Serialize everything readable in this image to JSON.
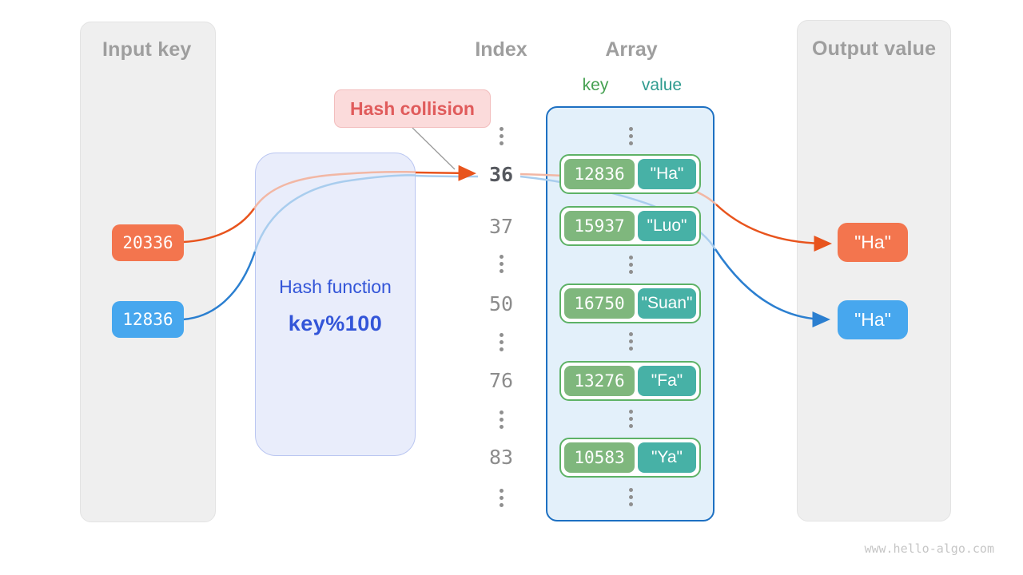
{
  "colors": {
    "badge_orange": "#F3754E",
    "badge_blue": "#47A7EE",
    "arrow_orange": "#E8541D",
    "arrow_orange_light": "#F2B7A4",
    "arrow_blue": "#2B7FD0",
    "arrow_blue_light": "#A9CDEE",
    "panel_bg": "#EFEFEF",
    "panel_border": "#E3E3E3",
    "title_gray": "#9E9E9E",
    "index_gray": "#8C8C8C",
    "index_emph": "#55585E",
    "hash_bg": "#E9EDFB",
    "hash_border": "#BAC6F1",
    "hash_text": "#3355D8",
    "collision_bg": "#FBDBDB",
    "collision_border": "#F2BDBD",
    "collision_text": "#E05B5B",
    "container_bg": "#E3F0FA",
    "container_border": "#1D70C2",
    "pair_border": "#5DB266",
    "pair_bg": "#FFFFFF",
    "key_badge_green": "#7FB77D",
    "value_badge_teal": "#47B1A6",
    "key_label_green": "#44A050",
    "value_label_teal": "#2F9B8F",
    "dots_gray": "#8F8F8F",
    "pointer_gray": "#9B9B9B",
    "watermark_gray": "#C6C6C6"
  },
  "panels": {
    "input": {
      "title": "Input key"
    },
    "output": {
      "title": "Output value"
    }
  },
  "headers": {
    "index": "Index",
    "array": "Array",
    "key": "key",
    "value": "value"
  },
  "collision": {
    "label": "Hash collision"
  },
  "hash_function": {
    "title": "Hash function",
    "formula": "key%100"
  },
  "input_keys": [
    {
      "value": "20336"
    },
    {
      "value": "12836"
    }
  ],
  "index_column": {
    "values": [
      "36",
      "37",
      "50",
      "76",
      "83"
    ],
    "highlighted": "36"
  },
  "array_rows": [
    {
      "key": "12836",
      "value": "\"Ha\""
    },
    {
      "key": "15937",
      "value": "\"Luo\""
    },
    {
      "key": "16750",
      "value": "\"Suan\""
    },
    {
      "key": "13276",
      "value": "\"Fa\""
    },
    {
      "key": "10583",
      "value": "\"Ya\""
    }
  ],
  "output_values": [
    {
      "value": "\"Ha\""
    },
    {
      "value": "\"Ha\""
    }
  ],
  "watermark": "www.hello-algo.com",
  "icons": {
    "vertical_ellipsis": "three-dots-vertical"
  }
}
